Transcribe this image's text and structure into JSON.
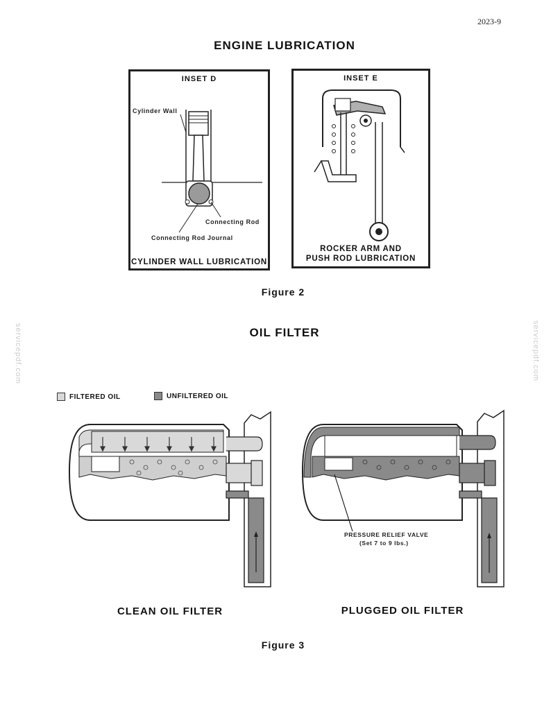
{
  "page": {
    "number": "2023-9"
  },
  "section1": {
    "title": "ENGINE LUBRICATION"
  },
  "inset_d": {
    "title": "INSET D",
    "labels": {
      "cylinder_wall": "Cylinder Wall",
      "connecting_rod": "Connecting Rod",
      "connecting_rod_journal": "Connecting Rod Journal"
    },
    "caption": "CYLINDER WALL LUBRICATION"
  },
  "inset_e": {
    "title": "INSET E",
    "caption_line1": "ROCKER ARM AND",
    "caption_line2": "PUSH ROD LUBRICATION"
  },
  "figure2": {
    "label": "Figure 2"
  },
  "section2": {
    "title": "OIL FILTER"
  },
  "legend": {
    "filtered": {
      "label": "FILTERED OIL",
      "color": "#d9d9d9"
    },
    "unfiltered": {
      "label": "UNFILTERED OIL",
      "color": "#8a8a8a"
    }
  },
  "clean_filter": {
    "caption": "CLEAN OIL FILTER"
  },
  "plugged_filter": {
    "caption": "PLUGGED OIL FILTER",
    "valve_label_line1": "PRESSURE RELIEF VALVE",
    "valve_label_line2": "(Set 7 to 9 lbs.)"
  },
  "figure3": {
    "label": "Figure 3"
  },
  "watermark": {
    "text": "servicepdf.com"
  }
}
